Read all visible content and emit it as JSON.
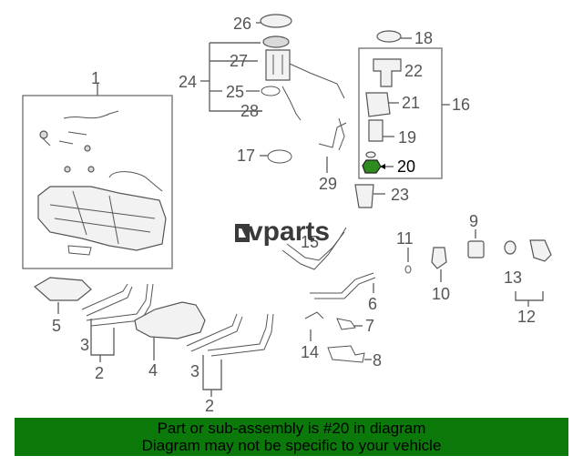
{
  "logo": {
    "text": "vparts"
  },
  "footer": {
    "line1": "Part or sub-assembly is #20 in diagram",
    "line2": "Diagram may not be specific to your vehicle"
  },
  "highlight_part": "20",
  "callouts": {
    "c1": "1",
    "c2a": "2",
    "c2b": "2",
    "c3a": "3",
    "c3b": "3",
    "c4": "4",
    "c5": "5",
    "c6": "6",
    "c7": "7",
    "c8": "8",
    "c9": "9",
    "c10": "10",
    "c11": "11",
    "c12": "12",
    "c13": "13",
    "c14": "14",
    "c15": "15",
    "c16": "16",
    "c17": "17",
    "c18": "18",
    "c19": "19",
    "c20": "20",
    "c21": "21",
    "c22": "22",
    "c23": "23",
    "c24": "24",
    "c25": "25",
    "c26": "26",
    "c27": "27",
    "c28": "28",
    "c29": "29"
  }
}
